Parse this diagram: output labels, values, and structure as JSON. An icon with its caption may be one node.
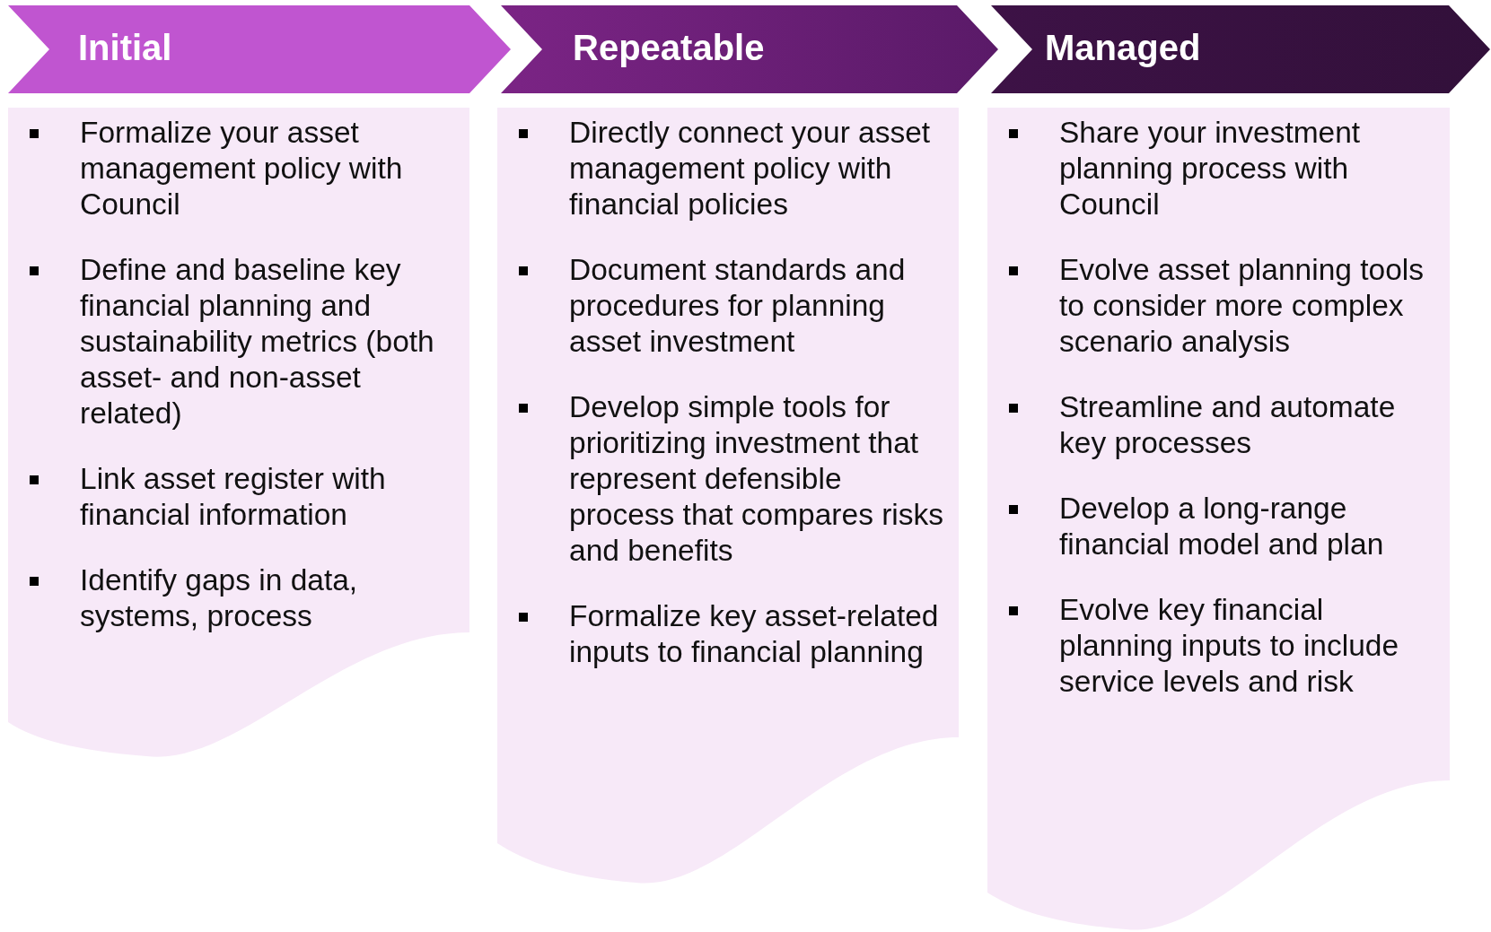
{
  "diagram": {
    "nodes": [
      {
        "text": [
          "Initial"
        ]
      },
      {
        "text": [
          "Repeatable"
        ]
      },
      {
        "text": [
          "Managed"
        ]
      },
      {
        "text": [
          "Formalize your asset management policy with Council",
          "Define and baseline key financial planning and sustainability metrics (both asset- and non-asset related)",
          "Link asset register with financial information",
          "Identify gaps in data, systems, process"
        ]
      },
      {
        "text": [
          "Directly connect your asset management policy with financial policies",
          "Document standards and procedures for planning asset investment",
          "Develop simple tools for prioritizing investment that represent defensible process that compares risks and benefits",
          "Formalize key asset-related inputs to financial planning"
        ]
      },
      {
        "text": [
          "Share your investment planning process with Council",
          "Evolve asset planning tools to consider more complex scenario analysis",
          "Streamline and automate key processes",
          "Develop a long-range financial model and plan",
          "Evolve key financial planning inputs to include service levels and risk"
        ]
      }
    ],
    "edges": []
  }
}
